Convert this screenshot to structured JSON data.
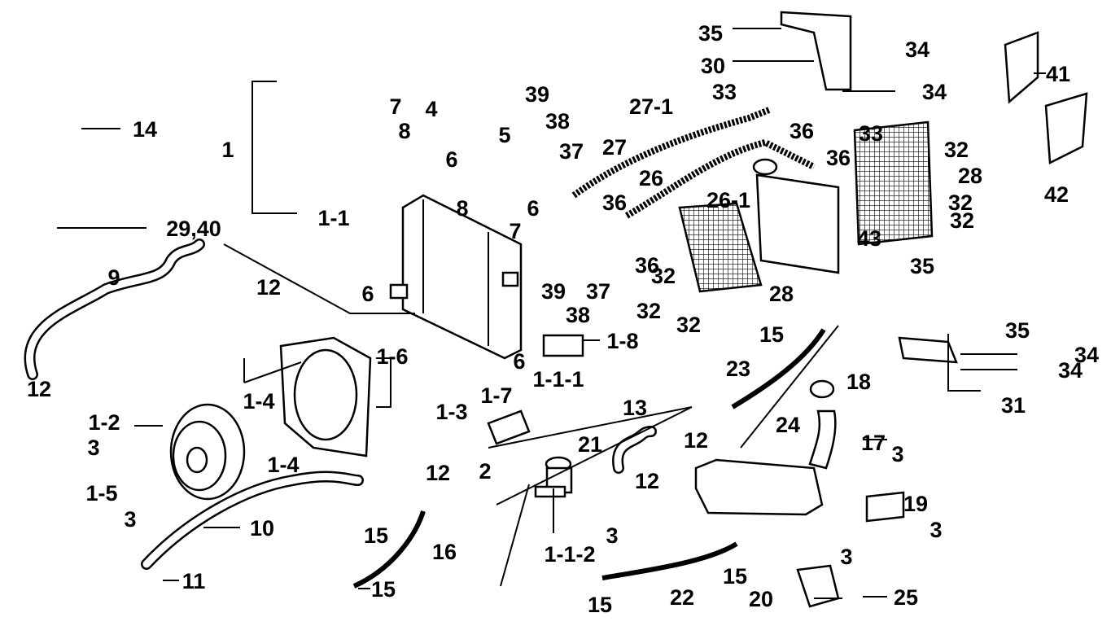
{
  "diagram": {
    "type": "exploded parts diagram - radiator / cooling system",
    "callouts": [
      "35",
      "30",
      "34",
      "34",
      "33",
      "41",
      "42",
      "7",
      "8",
      "4",
      "6",
      "39",
      "38",
      "37",
      "27-1",
      "36",
      "33",
      "32",
      "5",
      "27",
      "36",
      "26",
      "28",
      "1",
      "14",
      "8",
      "6",
      "36",
      "26-1",
      "32",
      "32",
      "7",
      "1-1",
      "29,40",
      "43",
      "36",
      "32",
      "39",
      "38",
      "37",
      "35",
      "9",
      "12",
      "28",
      "6",
      "32",
      "32",
      "15",
      "35",
      "1-8",
      "1-6",
      "34",
      "6",
      "23",
      "34",
      "1-1-1",
      "18",
      "12",
      "1-4",
      "1-3",
      "1-7",
      "31",
      "1-2",
      "13",
      "24",
      "21",
      "12",
      "17",
      "3",
      "1-4",
      "3",
      "2",
      "12",
      "12",
      "1-5",
      "19",
      "3",
      "10",
      "3",
      "15",
      "3",
      "16",
      "1-1-2",
      "3",
      "11",
      "15",
      "15",
      "22",
      "20",
      "25",
      "15"
    ]
  }
}
